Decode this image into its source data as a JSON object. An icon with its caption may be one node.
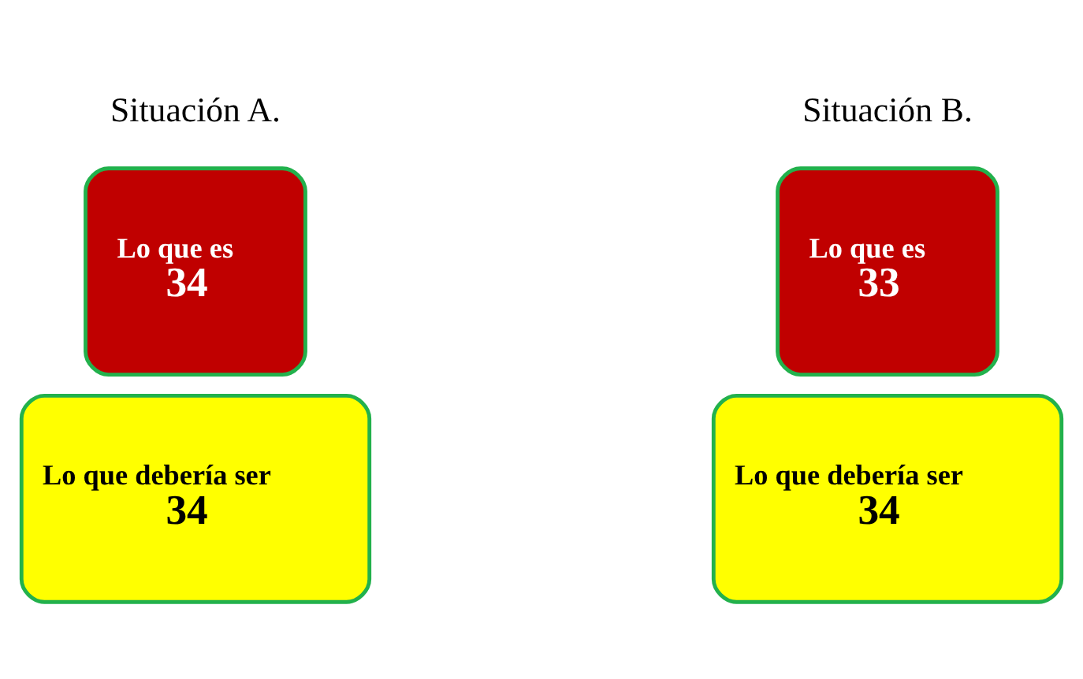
{
  "diagram": {
    "nodes": [
      {
        "text": [
          "Lo que es",
          "34"
        ]
      },
      {
        "text": [
          "Lo que debería ser",
          "34"
        ]
      },
      {
        "text": [
          "Lo que es",
          "33"
        ]
      },
      {
        "text": [
          "Lo que debería ser",
          "34"
        ]
      }
    ],
    "labels": [
      "Situación A.",
      "Situación B."
    ]
  }
}
